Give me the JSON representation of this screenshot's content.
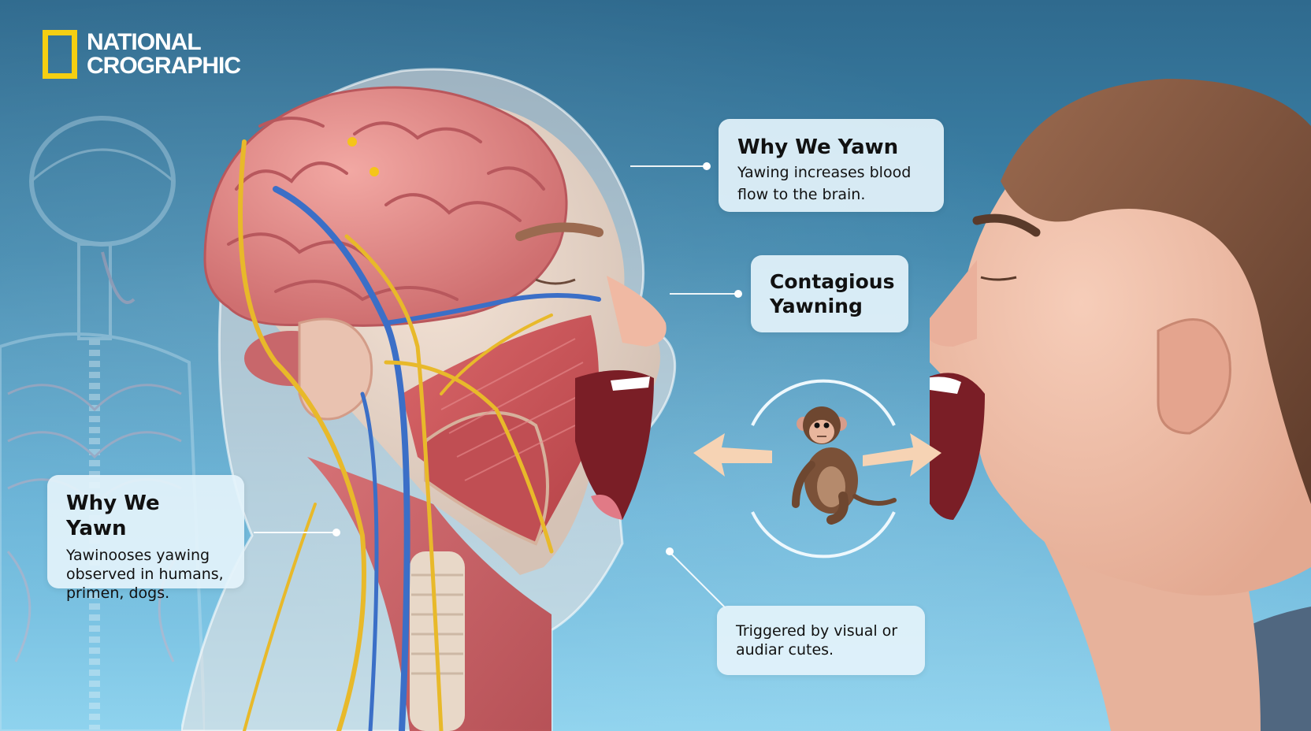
{
  "logo": {
    "line1": "NATIONAL",
    "line2": "CROGRAPHIC",
    "frame_color": "#f5cf12"
  },
  "callouts": [
    {
      "title": "Why We Yawn",
      "body_line1": "Yawing increases blood",
      "body_line2": "flow to the brain."
    },
    {
      "title_line1": "Contagious",
      "title_line2": "Yawning"
    },
    {
      "title": "Why We Yawn",
      "body_line1": "Yawinooses yawing",
      "body_line2": "observed in humans,",
      "body_line3": "primen, dogs."
    },
    {
      "body_line1": "Triggered by visual or",
      "body_line2": "audiar cutes."
    }
  ],
  "illustration": {
    "left_figure": "anatomical-head-yawning",
    "right_figure": "man-yawning",
    "center": "monkey-in-circle",
    "arrows": [
      "left-arrow",
      "right-arrow"
    ],
    "arrow_color": "#f6d3b4",
    "background_top": "#2f6a8e",
    "background_bottom": "#8fd3ee"
  }
}
